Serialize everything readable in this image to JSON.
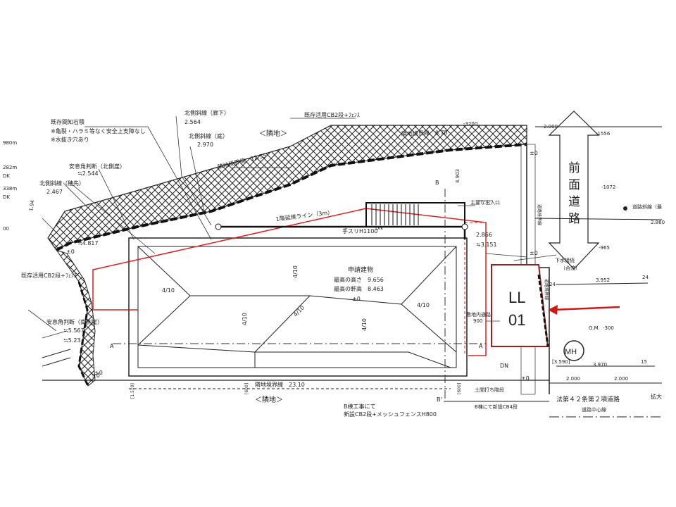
{
  "labels": {
    "neighbor_top": "＜隣地＞",
    "neighbor_bottom": "＜隣地＞",
    "existing_stone": "既存間知石積",
    "stone_note1": "※亀裂・ハラミ等なく安全上支障なし",
    "stone_note2": "※水抜き穴あり",
    "north_slope_eave": "北側斜線（廊下）",
    "north_slope_eave_val": "2.564",
    "north_slope_garden": "北側斜線（庭）",
    "north_slope_garden_val": "2.970",
    "existing_cb_top": "既存活用CB2段+ﾌｪﾝｽ",
    "boundary_878": "隣地境界線　8.78",
    "boundary_1255": "隣地境界線　12.55",
    "safety_angle": "安息角判断（北側崖）",
    "safety_angle_val": "≒2.544",
    "north_slope_tip": "北側斜線（穂先）",
    "north_slope_tip_val": "2.467",
    "val_4817": "≒4.817",
    "pm0_a": "±0",
    "existing_cb_left": "既存活用CB2段+ﾌｪﾝｽ",
    "safety_angle_south": "安息角判断（南側崖）",
    "val_5567": "≒5.567",
    "val_523": "≒5.23",
    "first_floor_line": "1階延焼ライン（3m）",
    "handrail": "手スリH1100",
    "dn": "DN",
    "main_entrance": "主要な出入口",
    "val_4903": "4.903",
    "b_mark": "B",
    "val_2866": "2.866",
    "val_3151": "≒3.151",
    "bldg_title": "申請建物",
    "max_height": "最高の高さ　9.656",
    "max_eave": "最高の軒高　8.463",
    "pm0_center": "±0",
    "slope_1": "4/10",
    "slope_2": "4/10",
    "slope_3": "4/10",
    "slope_4": "4/10",
    "slope_5": "4/10",
    "slope_6": "4/10",
    "site_road": "敷地内通路",
    "val_900": "900",
    "a_mark_left": "A",
    "a_mark_right": "A",
    "boundary_2310": "隣地境界線　23.10",
    "b_note1": "B棟工事にて",
    "b_note2": "新設CB2段+メッシュフェンスH800",
    "b_prime": "B'",
    "val_600_a": "[600]",
    "val_600_b": "[600]",
    "val_1510": "[1.510]",
    "earth_step": "土間打ち階段",
    "b_cb4": "B棟にて新設CB4段",
    "road_class": "法第４２条第２項道路",
    "road_center": "道路中心線",
    "val_3200": "-3200",
    "val_2000_top": "2.000",
    "val_1556": "-1556",
    "val_1072": "-1072",
    "road_boundary": "道路斜線（最",
    "val_2860": "2.860",
    "val_965": "-965",
    "sewer1": "下水接続",
    "sewer2": "（合流）",
    "val_3952": "3.952",
    "val_24a": "24",
    "val_24b": "24",
    "val_300": "-300",
    "val_gl": "G.M.",
    "mh": "MH",
    "val_3970": "3.970",
    "val_15": "15",
    "val_3590": "[3.590]",
    "val_2000_bot": "2.000",
    "val_2000_bot2": "2.000",
    "kakudai": "拡大",
    "front_road_1": "前",
    "front_road_2": "面",
    "front_road_3": "道",
    "front_road_4": "路",
    "ll_1": "LL",
    "ll_2": "01",
    "left_vals": [
      "980m",
      "282m",
      "DK",
      "338m",
      "DK",
      "00"
    ],
    "pm0_right_top": "±0",
    "pm0_right_mid": "±0",
    "pm0_bottom_left": "±0",
    "pm0_bottom_right": "±0",
    "pm0_left_low": "±0",
    "road_frame_1": "道路境界線",
    "road_frame_2": "道路境界線",
    "dn2": "DN",
    "val_194": "1.94"
  },
  "colors": {
    "line": "#1a1a1a",
    "red": "#e02020",
    "hatch": "#222222"
  }
}
